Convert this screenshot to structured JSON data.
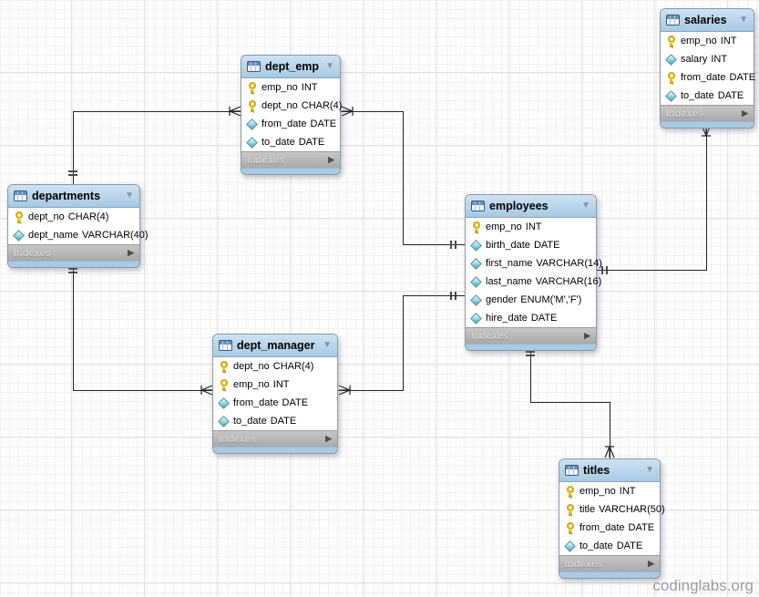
{
  "diagram": {
    "watermark": "codinglabs.org",
    "icons": {
      "collapse": "▼",
      "expand": "▶"
    },
    "tables": [
      {
        "title": "salaries",
        "footer": "Indexes",
        "columns": [
          {
            "icon": "key",
            "name": "emp_no",
            "datatype": "INT"
          },
          {
            "icon": "diamond",
            "name": "salary",
            "datatype": "INT"
          },
          {
            "icon": "key",
            "name": "from_date",
            "datatype": "DATE"
          },
          {
            "icon": "diamond",
            "name": "to_date",
            "datatype": "DATE"
          }
        ]
      },
      {
        "title": "dept_emp",
        "footer": "Indexes",
        "columns": [
          {
            "icon": "key",
            "name": "emp_no",
            "datatype": "INT"
          },
          {
            "icon": "key",
            "name": "dept_no",
            "datatype": "CHAR(4)"
          },
          {
            "icon": "diamond",
            "name": "from_date",
            "datatype": "DATE"
          },
          {
            "icon": "diamond",
            "name": "to_date",
            "datatype": "DATE"
          }
        ]
      },
      {
        "title": "departments",
        "footer": "Indexes",
        "columns": [
          {
            "icon": "key",
            "name": "dept_no",
            "datatype": "CHAR(4)"
          },
          {
            "icon": "diamond",
            "name": "dept_name",
            "datatype": "VARCHAR(40)"
          }
        ]
      },
      {
        "title": "employees",
        "footer": "Indexes",
        "columns": [
          {
            "icon": "key",
            "name": "emp_no",
            "datatype": "INT"
          },
          {
            "icon": "diamond",
            "name": "birth_date",
            "datatype": "DATE"
          },
          {
            "icon": "diamond",
            "name": "first_name",
            "datatype": "VARCHAR(14)"
          },
          {
            "icon": "diamond",
            "name": "last_name",
            "datatype": "VARCHAR(16)"
          },
          {
            "icon": "diamond",
            "name": "gender",
            "datatype": "ENUM('M','F')"
          },
          {
            "icon": "diamond",
            "name": "hire_date",
            "datatype": "DATE"
          }
        ]
      },
      {
        "title": "dept_manager",
        "footer": "Indexes",
        "columns": [
          {
            "icon": "key",
            "name": "dept_no",
            "datatype": "CHAR(4)"
          },
          {
            "icon": "key",
            "name": "emp_no",
            "datatype": "INT"
          },
          {
            "icon": "diamond",
            "name": "from_date",
            "datatype": "DATE"
          },
          {
            "icon": "diamond",
            "name": "to_date",
            "datatype": "DATE"
          }
        ]
      },
      {
        "title": "titles",
        "footer": "Indexes",
        "columns": [
          {
            "icon": "key",
            "name": "emp_no",
            "datatype": "INT"
          },
          {
            "icon": "key",
            "name": "title",
            "datatype": "VARCHAR(50)"
          },
          {
            "icon": "key",
            "name": "from_date",
            "datatype": "DATE"
          },
          {
            "icon": "diamond",
            "name": "to_date",
            "datatype": "DATE"
          }
        ]
      }
    ],
    "relationships": [
      {
        "one": "departments",
        "many": "dept_emp"
      },
      {
        "one": "employees",
        "many": "dept_emp"
      },
      {
        "one": "employees",
        "many": "dept_manager"
      },
      {
        "one": "departments",
        "many": "dept_manager"
      },
      {
        "one": "employees",
        "many": "salaries"
      },
      {
        "one": "employees",
        "many": "titles"
      }
    ]
  }
}
